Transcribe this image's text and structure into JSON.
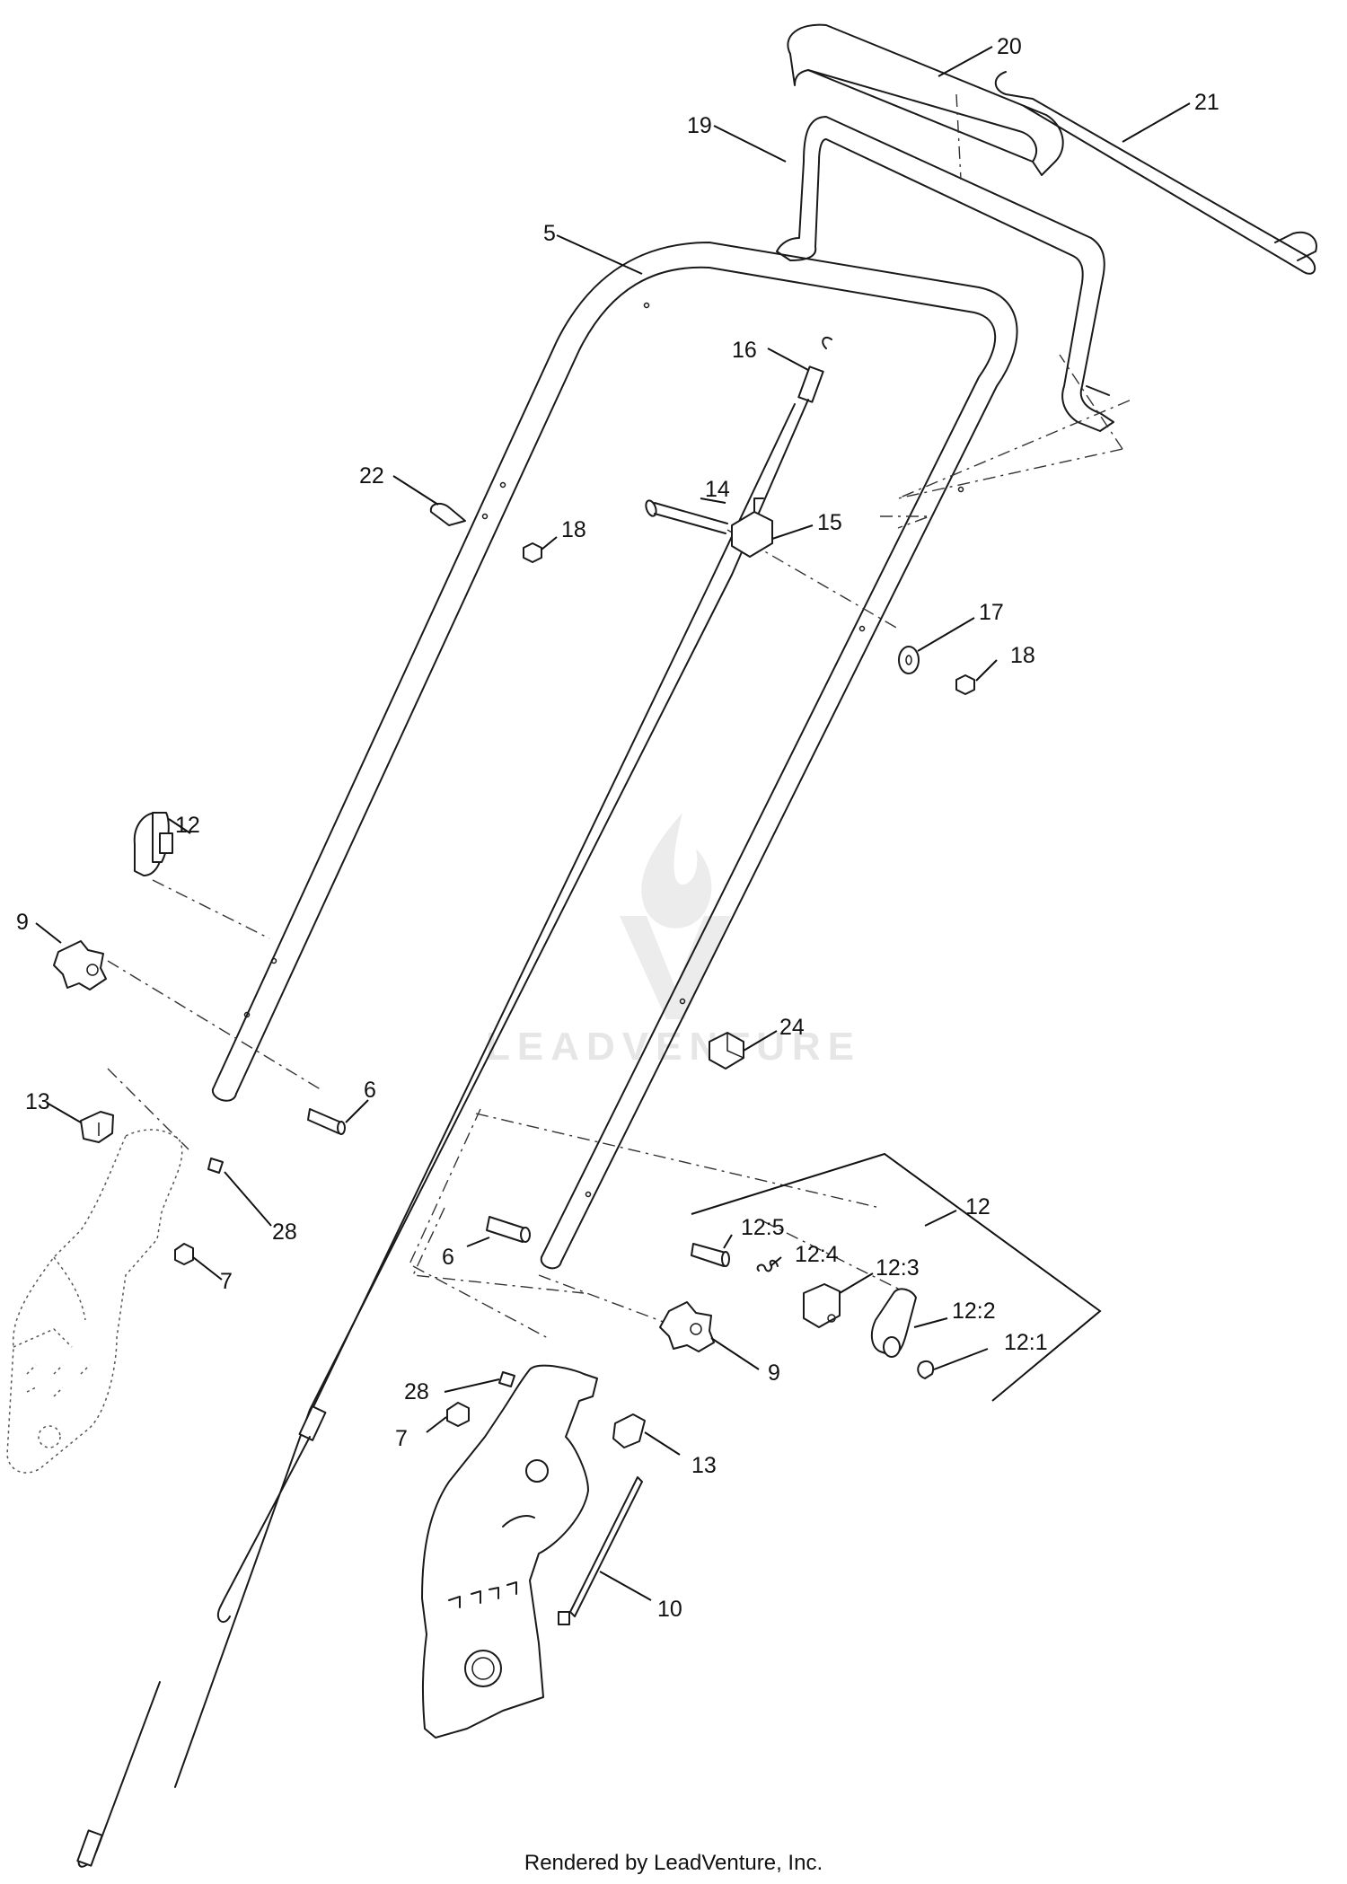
{
  "callouts": {
    "c5": "5",
    "c6a": "6",
    "c6b": "6",
    "c7a": "7",
    "c7b": "7",
    "c9a": "9",
    "c9b": "9",
    "c10": "10",
    "c12a": "12",
    "c12b": "12",
    "c12_1": "12:1",
    "c12_2": "12:2",
    "c12_3": "12:3",
    "c12_4": "12:4",
    "c12_5": "12:5",
    "c13a": "13",
    "c13b": "13",
    "c14": "14",
    "c15": "15",
    "c16": "16",
    "c17": "17",
    "c18a": "18",
    "c18b": "18",
    "c19": "19",
    "c20": "20",
    "c21": "21",
    "c22": "22",
    "c24": "24",
    "c28a": "28",
    "c28b": "28"
  },
  "watermark": {
    "text": "LEADVENTURE"
  },
  "footer": {
    "text": "Rendered by LeadVenture, Inc."
  }
}
